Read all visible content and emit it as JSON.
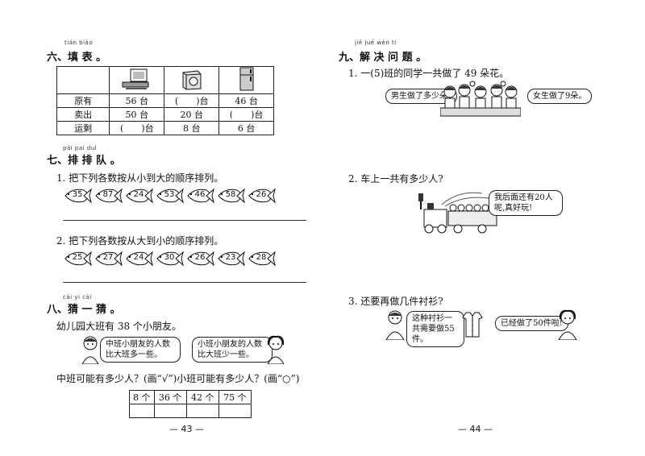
{
  "left": {
    "sec6": {
      "pinyin": "tián biǎo",
      "title": "六、填 表 。",
      "rows": [
        {
          "label": "原有",
          "cells": [
            "56 台",
            "(　　)台",
            "46 台"
          ]
        },
        {
          "label": "卖出",
          "cells": [
            "50 台",
            "20 台",
            "(　　)台"
          ]
        },
        {
          "label": "运剩",
          "cells": [
            "(　　)台",
            "8 台",
            "6 台"
          ]
        }
      ],
      "icons": [
        "computer-icon",
        "washing-machine-icon",
        "refrigerator-icon"
      ]
    },
    "sec7": {
      "pinyin": "pái pai duì",
      "title": "七、排 排 队 。",
      "q1": "1. 把下列各数按从小到大的顺序排列。",
      "q1_nums": [
        "35",
        "87",
        "24",
        "53",
        "46",
        "58",
        "26"
      ],
      "q2": "2. 把下列各数按从大到小的顺序排列。",
      "q2_nums": [
        "25",
        "27",
        "24",
        "30",
        "26",
        "23",
        "28"
      ]
    },
    "sec8": {
      "pinyin": "cāi yi cāi",
      "title": "八、猜 一 猜 。",
      "text": "幼儿园大班有 38 个小朋友。",
      "bubble1": "中班小朋友的人数比大班多一些。",
      "bubble2": "小班小朋友的人数比大班少一些。",
      "question": "中班可能有多少人？(画“√”)小班可能有多少人？(画“○”)",
      "options": [
        "8 个",
        "36 个",
        "42 个",
        "75 个"
      ]
    },
    "page_number": "— 43 —"
  },
  "right": {
    "sec9": {
      "pinyin": "jiě jué wèn tí",
      "title": "九、解 决 问 题 。",
      "q1": "1. 一(5)班的同学一共做了 49 朵花。",
      "q1_left_bubble": "男生做了多少朵?",
      "q1_right_bubble": "女生做了9朵。",
      "q2": "2. 车上一共有多少人?",
      "q2_bubble": "我后面还有20人呢,真好玩!",
      "q3": "3. 还要再做几件衬衫?",
      "q3_bubble1": "这种衬衫一共需要做55件。",
      "q3_bubble2": "已经做了50件啦!"
    },
    "page_number": "— 44 —"
  }
}
